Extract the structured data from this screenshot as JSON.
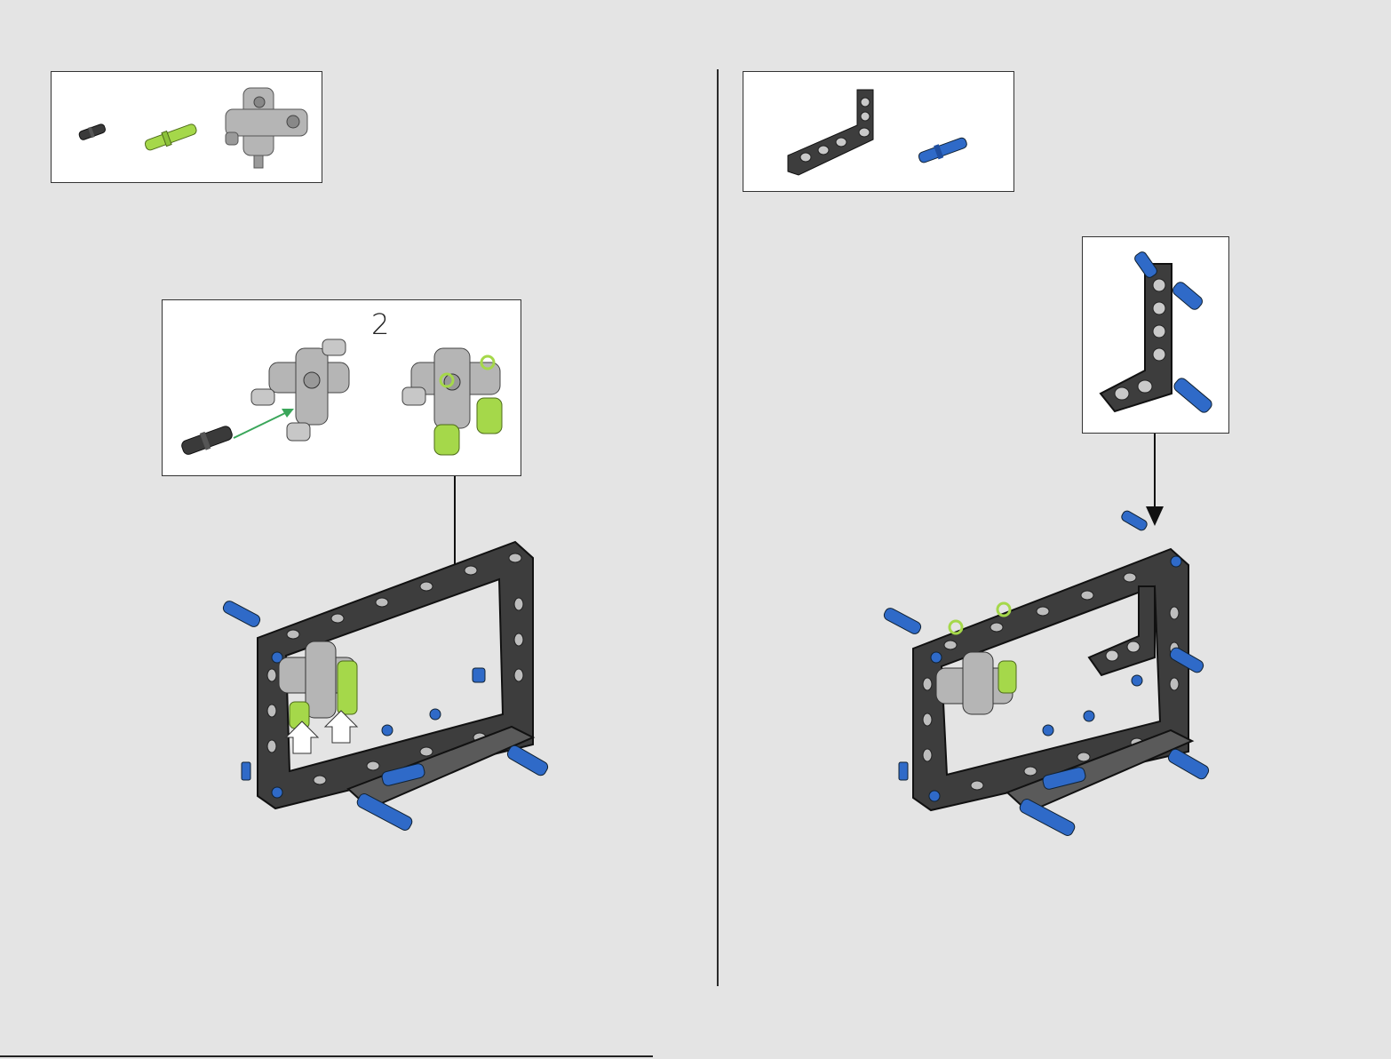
{
  "left_page": {
    "parts_list": {
      "items": [
        {
          "name": "black-axle-pin",
          "color": "#3a3a3a"
        },
        {
          "name": "lime-connector-pin",
          "color": "#a5d84a"
        },
        {
          "name": "gray-cross-connector",
          "color": "#a9a9a9"
        }
      ]
    },
    "substep": {
      "number": "2",
      "pin_color": "#3a3a3a",
      "arrow_color": "#3aa65a",
      "accent_color": "#a5d84a"
    },
    "main_model": {
      "frame_color": "#3d3d3d",
      "pin_color": "#2f6ac8",
      "lift_arrow_color": "#ffffff"
    }
  },
  "right_page": {
    "parts_list": {
      "items": [
        {
          "name": "black-l-beam",
          "color": "#3d3d3d"
        },
        {
          "name": "blue-pin",
          "color": "#2f6ac8"
        }
      ]
    },
    "callout": {
      "beam_color": "#3d3d3d",
      "pin_color": "#2f6ac8"
    },
    "main_model": {
      "frame_color": "#3d3d3d",
      "pin_color": "#2f6ac8"
    }
  }
}
